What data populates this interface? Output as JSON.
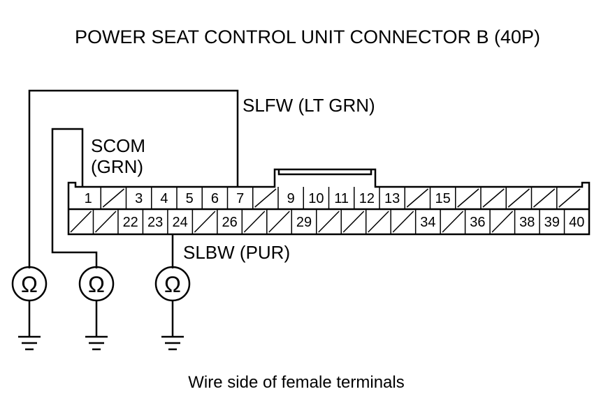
{
  "title": "POWER SEAT CONTROL UNIT CONNECTOR B (40P)",
  "caption": "Wire side of female terminals",
  "labels": {
    "slfw": "SLFW (LT GRN)",
    "scom_line1": "SCOM",
    "scom_line2": "(GRN)",
    "slbw": "SLBW (PUR)"
  },
  "ohm_symbol": "Ω",
  "connector": {
    "top_row": [
      "1",
      "",
      "3",
      "4",
      "5",
      "6",
      "7",
      "",
      "9",
      "10",
      "11",
      "12",
      "13",
      "",
      "15",
      "",
      "",
      "",
      "",
      ""
    ],
    "bottom_row": [
      "",
      "",
      "22",
      "23",
      "24",
      "",
      "26",
      "",
      "",
      "29",
      "",
      "",
      "",
      "",
      "34",
      "",
      "36",
      "",
      "38",
      "39",
      "40"
    ]
  }
}
